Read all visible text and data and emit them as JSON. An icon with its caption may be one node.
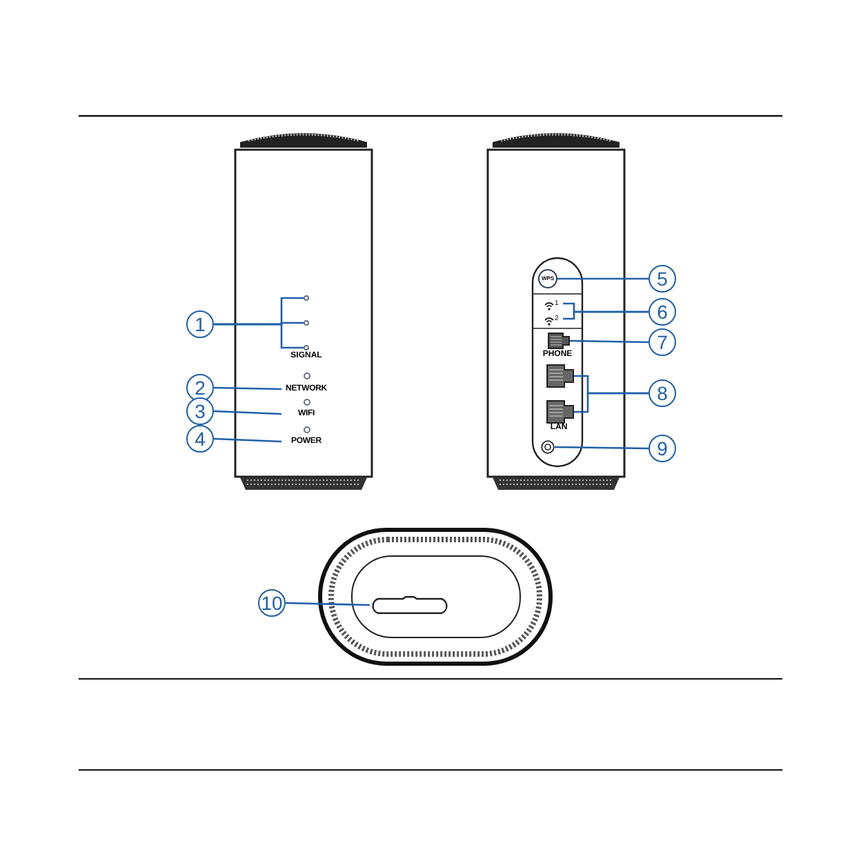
{
  "diagram": {
    "nodes": [
      {
        "text": [
          "1"
        ]
      },
      {
        "text": [
          "2"
        ]
      },
      {
        "text": [
          "3"
        ]
      },
      {
        "text": [
          "4"
        ]
      },
      {
        "text": [
          "5"
        ]
      },
      {
        "text": [
          "6"
        ]
      },
      {
        "text": [
          "7"
        ]
      },
      {
        "text": [
          "8"
        ]
      },
      {
        "text": [
          "9"
        ]
      },
      {
        "text": [
          "10"
        ]
      },
      {
        "text": [],
        "shape": "circle"
      },
      {
        "text": [],
        "shape": "circle"
      },
      {
        "text": [],
        "shape": "circle"
      },
      {
        "text": [
          "NETWORK"
        ]
      },
      {
        "text": [
          "WIFI"
        ]
      },
      {
        "text": [
          "POWER"
        ]
      },
      {
        "text": [
          "WPS"
        ]
      },
      {
        "text": [
          "1"
        ]
      },
      {
        "text": [
          "2"
        ]
      },
      {
        "text": [],
        "shape": "box"
      },
      {
        "text": [],
        "shape": "box"
      },
      {
        "text": [],
        "shape": "box"
      },
      {
        "text": [],
        "shape": "circle"
      },
      {
        "text": [],
        "shape": "box"
      }
    ],
    "edges": [
      {
        "from": 0,
        "to": 10,
        "arrow": "none"
      },
      {
        "from": 0,
        "to": 11,
        "arrow": "none"
      },
      {
        "from": 0,
        "to": 12,
        "arrow": "none"
      },
      {
        "from": 1,
        "to": 13,
        "arrow": "none"
      },
      {
        "from": 2,
        "to": 14,
        "arrow": "none"
      },
      {
        "from": 3,
        "to": 15,
        "arrow": "none"
      },
      {
        "from": 4,
        "to": 16,
        "arrow": "none"
      },
      {
        "from": 5,
        "to": 17,
        "arrow": "none"
      },
      {
        "from": 5,
        "to": 18,
        "arrow": "none"
      },
      {
        "from": 6,
        "to": 19,
        "arrow": "none"
      },
      {
        "from": 7,
        "to": 20,
        "arrow": "none"
      },
      {
        "from": 7,
        "to": 21,
        "arrow": "none"
      },
      {
        "from": 8,
        "to": 22,
        "arrow": "none"
      },
      {
        "from": 9,
        "to": 23,
        "arrow": "none"
      }
    ],
    "labels": [
      "SIGNAL",
      "PHONE",
      "LAN"
    ]
  }
}
